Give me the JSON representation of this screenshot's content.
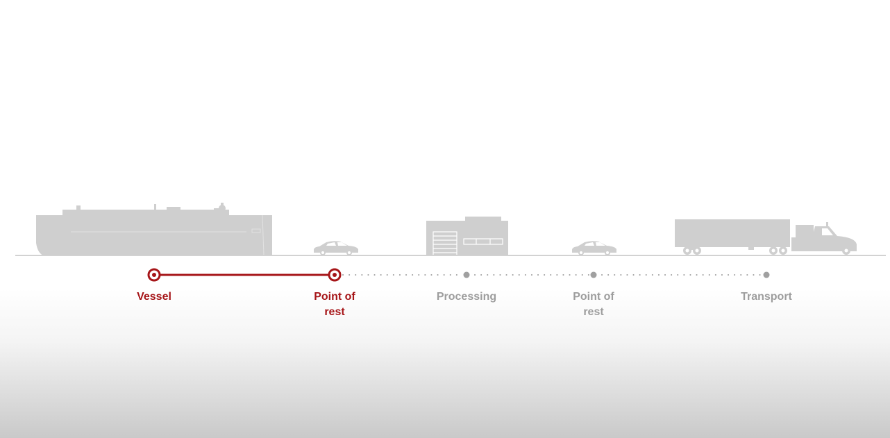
{
  "colors": {
    "active": "#a61518",
    "inactive": "#a0a0a0",
    "silhouette": "#cfcfcf",
    "ground": "#d2d2d2"
  },
  "timeline": {
    "stages": [
      {
        "label": "Vessel",
        "status": "completed",
        "icon": "vessel-icon"
      },
      {
        "label": "Point of\nrest",
        "status": "current",
        "icon": "car-icon"
      },
      {
        "label": "Processing",
        "status": "upcoming",
        "icon": "warehouse-icon"
      },
      {
        "label": "Point of\nrest",
        "status": "upcoming",
        "icon": "car-icon"
      },
      {
        "label": "Transport",
        "status": "upcoming",
        "icon": "truck-icon"
      }
    ]
  }
}
